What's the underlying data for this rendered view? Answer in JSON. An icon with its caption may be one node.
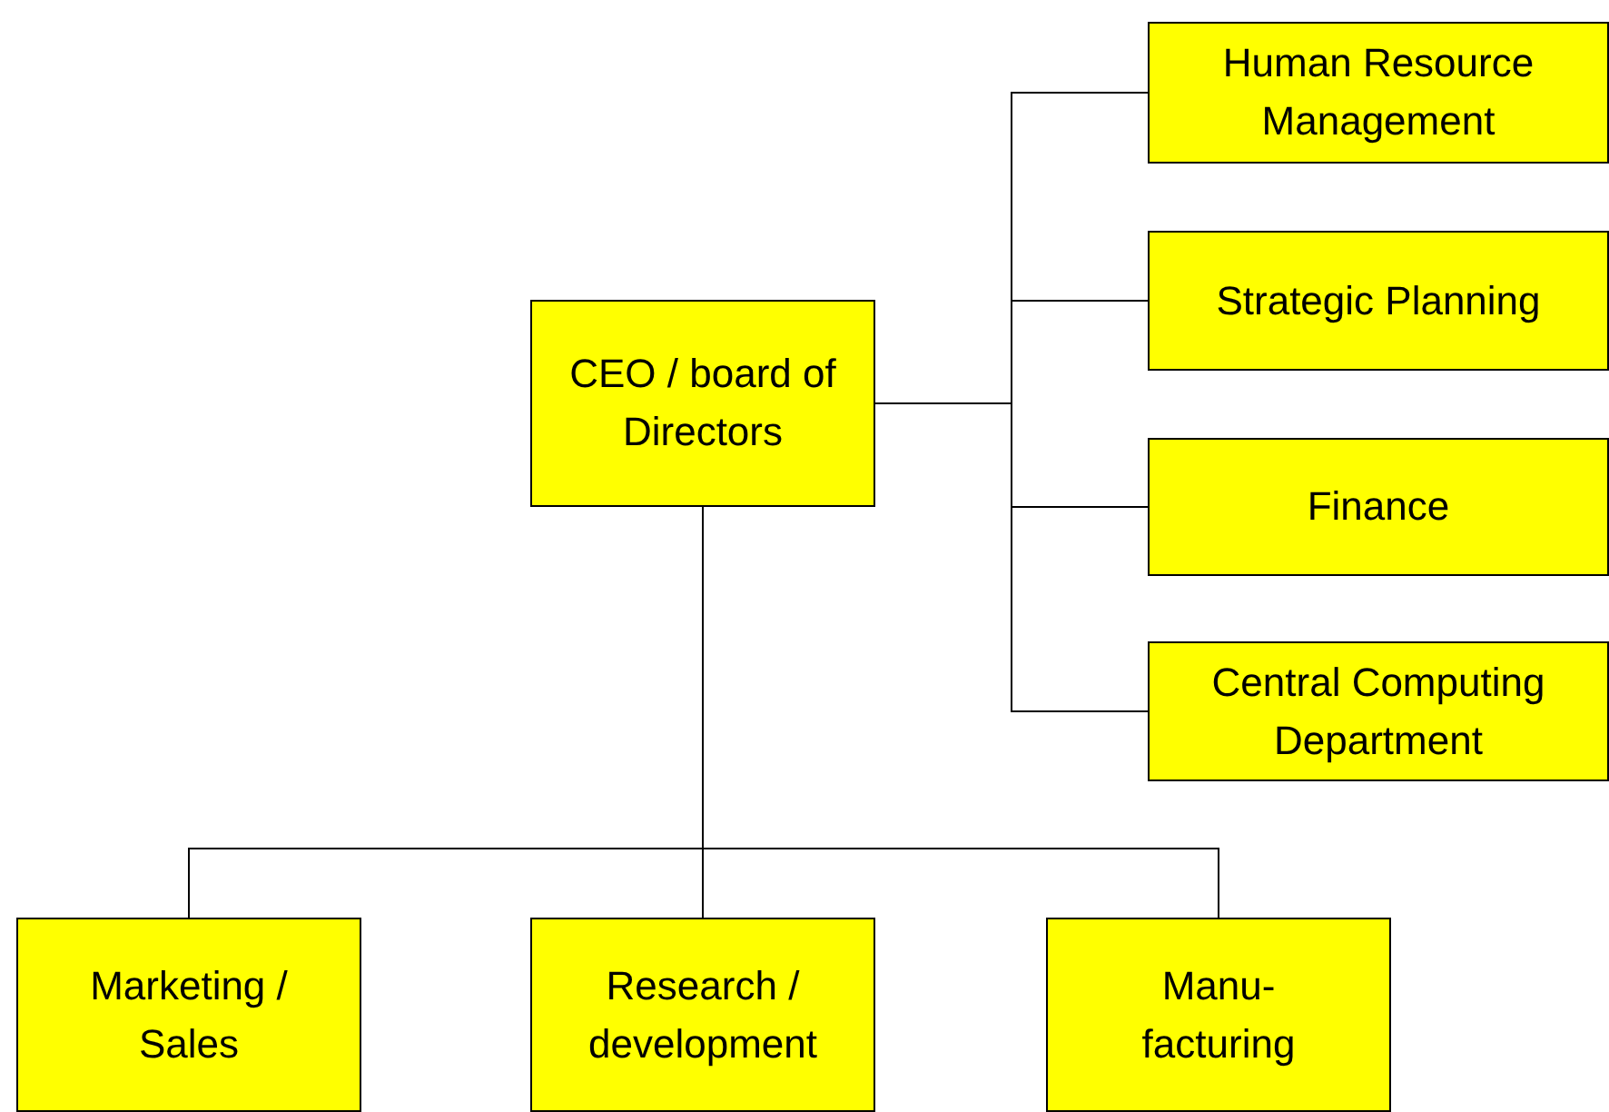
{
  "diagram": {
    "nodes": [
      {
        "text": [
          "CEO / board of Directors"
        ]
      },
      {
        "text": [
          "Human Resource Management"
        ]
      },
      {
        "text": [
          "Strategic Planning"
        ]
      },
      {
        "text": [
          "Finance"
        ]
      },
      {
        "text": [
          "Central Computing Department"
        ]
      },
      {
        "text": [
          "Marketing / Sales"
        ]
      },
      {
        "text": [
          "Research / development"
        ]
      },
      {
        "text": [
          "Manu- facturing"
        ]
      }
    ],
    "edges": [
      {
        "from": 0,
        "to": 1,
        "arrow": "none"
      },
      {
        "from": 0,
        "to": 2,
        "arrow": "none"
      },
      {
        "from": 0,
        "to": 3,
        "arrow": "none"
      },
      {
        "from": 0,
        "to": 4,
        "arrow": "none"
      },
      {
        "from": 0,
        "to": 5,
        "arrow": "none"
      },
      {
        "from": 0,
        "to": 6,
        "arrow": "none"
      },
      {
        "from": 0,
        "to": 7,
        "arrow": "none"
      }
    ]
  }
}
